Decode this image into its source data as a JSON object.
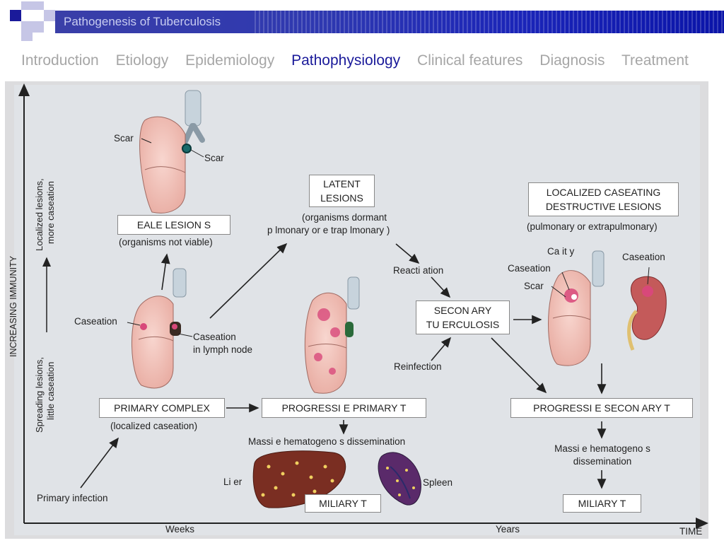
{
  "header": {
    "title": "Pathogenesis of Tuberculosis"
  },
  "nav": {
    "items": [
      "Introduction",
      "Etiology",
      "Epidemiology",
      "Pathophysiology",
      "Clinical features",
      "Diagnosis",
      "Treatment"
    ],
    "active": "Pathophysiology"
  },
  "diagram": {
    "y_axis_label": "INCREASING IMMUNITY",
    "y_top_label_1": "Localized lesions,",
    "y_top_label_2": "more caseation",
    "y_bottom_label_1": "Spreading lesions,",
    "y_bottom_label_2": "little caseation",
    "x_label_weeks": "Weeks",
    "x_label_years": "Years",
    "x_label_time": "TIME",
    "healed_lung": {
      "scar_left": "Scar",
      "scar_right": "Scar"
    },
    "healed_box": "EALE LESION   S",
    "healed_note": "(organisms not viable)",
    "latent_box_1": "LATENT",
    "latent_box_2": "LESIONS",
    "latent_note_1": "(organisms dormant",
    "latent_note_2": "p lmonary or e trap lmonary    )",
    "primary_lung": {
      "caseation": "Caseation",
      "node_1": "Caseation",
      "node_2": "in lymph node"
    },
    "primary_box": "PRIMARY COMPLEX",
    "primary_note": "(localized caseation)",
    "primary_infection": "Primary infection",
    "progressive_primary_box": "PROGRESSI  E PRIMARY T",
    "massive_left": "Massi  e hematogeno  s dissemination",
    "liver_label": "Li  er",
    "spleen_label": "Spleen",
    "miliary_left": "MILIARY T",
    "reactivation": "Reacti   ation",
    "reinfection": "Reinfection",
    "secondary_box_1": "SECON  ARY",
    "secondary_box_2": "TU  ERCULOSIS",
    "localized_box_1": "LOCALIZED CASEATING",
    "localized_box_2": "DESTRUCTIVE LESIONS",
    "localized_note": "(pulmonary or extrapulmonary)",
    "secondary_lung": {
      "cavity": "Ca  it y",
      "caseation": "Caseation",
      "scar": "Scar"
    },
    "kidney_label": "Caseation",
    "progressive_secondary_box": "PROGRESSI  E SECON  ARY T",
    "massive_right_1": "Massi  e hematogeno     s",
    "massive_right_2": "dissemination",
    "miliary_right": "MILIARY T"
  },
  "colors": {
    "header": "#1a24b8",
    "active_nav": "#1a1a9a",
    "nav": "#a6a6a6",
    "lung": "#f2c4bc",
    "caseation": "#d8487a",
    "panel": "#e0e3e7"
  }
}
